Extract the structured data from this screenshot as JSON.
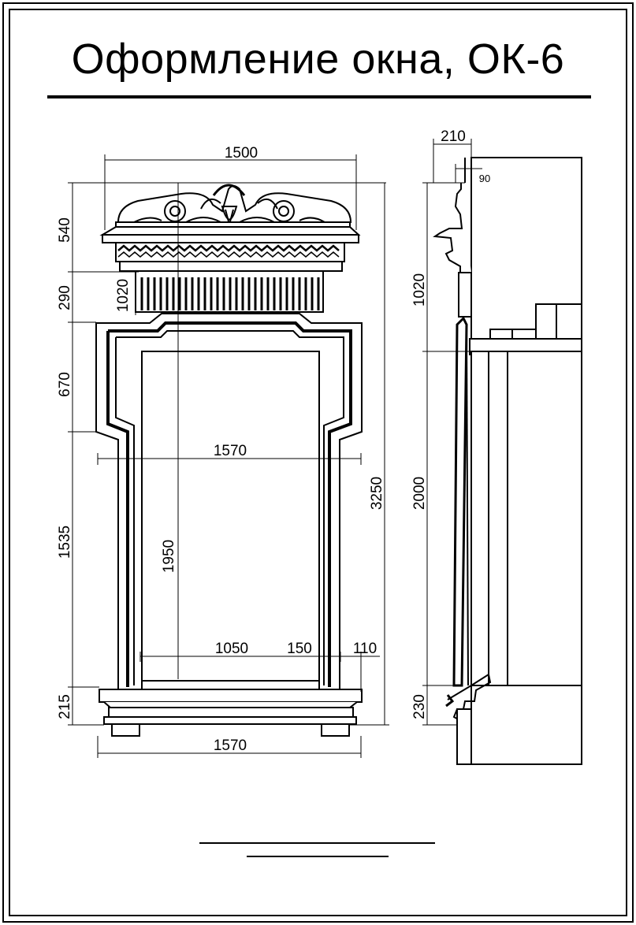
{
  "title": "Оформление окна, ОК-6",
  "colors": {
    "ink": "#000000",
    "paper": "#ffffff",
    "fill_light": "#f4f4f4"
  },
  "front_view": {
    "dimensions": {
      "top_width": "1500",
      "crown_height": "540",
      "frieze_height": "290",
      "inner_crown": "1020",
      "upper_side": "670",
      "mid_width": "1570",
      "lower_side": "1535",
      "opening_height": "1950",
      "total_height": "3250",
      "opening_width": "1050",
      "jamb_width": "150",
      "edge_width": "110",
      "sill_height": "215",
      "bottom_width": "1570"
    }
  },
  "side_view": {
    "dimensions": {
      "depth": "210",
      "offset": "90",
      "upper_height": "1020",
      "middle_height": "2000",
      "bottom_height": "230"
    }
  }
}
